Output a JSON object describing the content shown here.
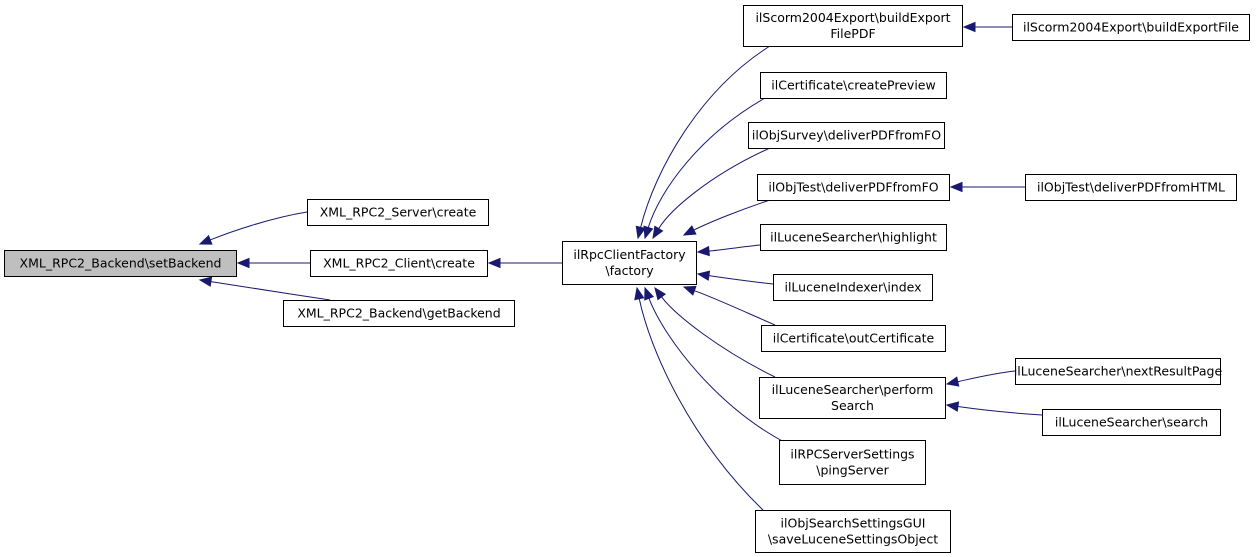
{
  "nodes": [
    {
      "id": "setBackend",
      "lines": [
        "XML_RPC2_Backend\\setBackend"
      ],
      "root": true
    },
    {
      "id": "serverCreate",
      "lines": [
        "XML_RPC2_Server\\create"
      ]
    },
    {
      "id": "clientCreate",
      "lines": [
        "XML_RPC2_Client\\create"
      ]
    },
    {
      "id": "getBackend",
      "lines": [
        "XML_RPC2_Backend\\getBackend"
      ]
    },
    {
      "id": "factory",
      "lines": [
        "ilRpcClientFactory",
        "\\factory"
      ]
    },
    {
      "id": "scormBuildPdf",
      "lines": [
        "ilScorm2004Export\\buildExport",
        "FilePDF"
      ]
    },
    {
      "id": "scormBuildFile",
      "lines": [
        "ilScorm2004Export\\buildExportFile"
      ]
    },
    {
      "id": "certPreview",
      "lines": [
        "ilCertificate\\createPreview"
      ]
    },
    {
      "id": "surveyPdf",
      "lines": [
        "ilObjSurvey\\deliverPDFfromFO"
      ]
    },
    {
      "id": "testPdfFo",
      "lines": [
        "ilObjTest\\deliverPDFfromFO"
      ]
    },
    {
      "id": "testPdfHtml",
      "lines": [
        "ilObjTest\\deliverPDFfromHTML"
      ]
    },
    {
      "id": "highlight",
      "lines": [
        "ilLuceneSearcher\\highlight"
      ]
    },
    {
      "id": "index",
      "lines": [
        "ilLuceneIndexer\\index"
      ]
    },
    {
      "id": "outCert",
      "lines": [
        "ilCertificate\\outCertificate"
      ]
    },
    {
      "id": "performSearch",
      "lines": [
        "ilLuceneSearcher\\perform",
        "Search"
      ]
    },
    {
      "id": "nextResult",
      "lines": [
        "ilLuceneSearcher\\nextResultPage"
      ]
    },
    {
      "id": "search",
      "lines": [
        "ilLuceneSearcher\\search"
      ]
    },
    {
      "id": "pingServer",
      "lines": [
        "ilRPCServerSettings",
        "\\pingServer"
      ]
    },
    {
      "id": "saveLucene",
      "lines": [
        "ilObjSearchSettingsGUI",
        "\\saveLuceneSettingsObject"
      ]
    }
  ],
  "edges": [
    {
      "from": "serverCreate",
      "to": "setBackend"
    },
    {
      "from": "clientCreate",
      "to": "setBackend"
    },
    {
      "from": "getBackend",
      "to": "setBackend"
    },
    {
      "from": "factory",
      "to": "clientCreate"
    },
    {
      "from": "scormBuildPdf",
      "to": "factory"
    },
    {
      "from": "certPreview",
      "to": "factory"
    },
    {
      "from": "surveyPdf",
      "to": "factory"
    },
    {
      "from": "testPdfFo",
      "to": "factory"
    },
    {
      "from": "highlight",
      "to": "factory"
    },
    {
      "from": "index",
      "to": "factory"
    },
    {
      "from": "outCert",
      "to": "factory"
    },
    {
      "from": "performSearch",
      "to": "factory"
    },
    {
      "from": "pingServer",
      "to": "factory"
    },
    {
      "from": "saveLucene",
      "to": "factory"
    },
    {
      "from": "scormBuildFile",
      "to": "scormBuildPdf"
    },
    {
      "from": "testPdfHtml",
      "to": "testPdfFo"
    },
    {
      "from": "nextResult",
      "to": "performSearch"
    },
    {
      "from": "search",
      "to": "performSearch"
    }
  ]
}
